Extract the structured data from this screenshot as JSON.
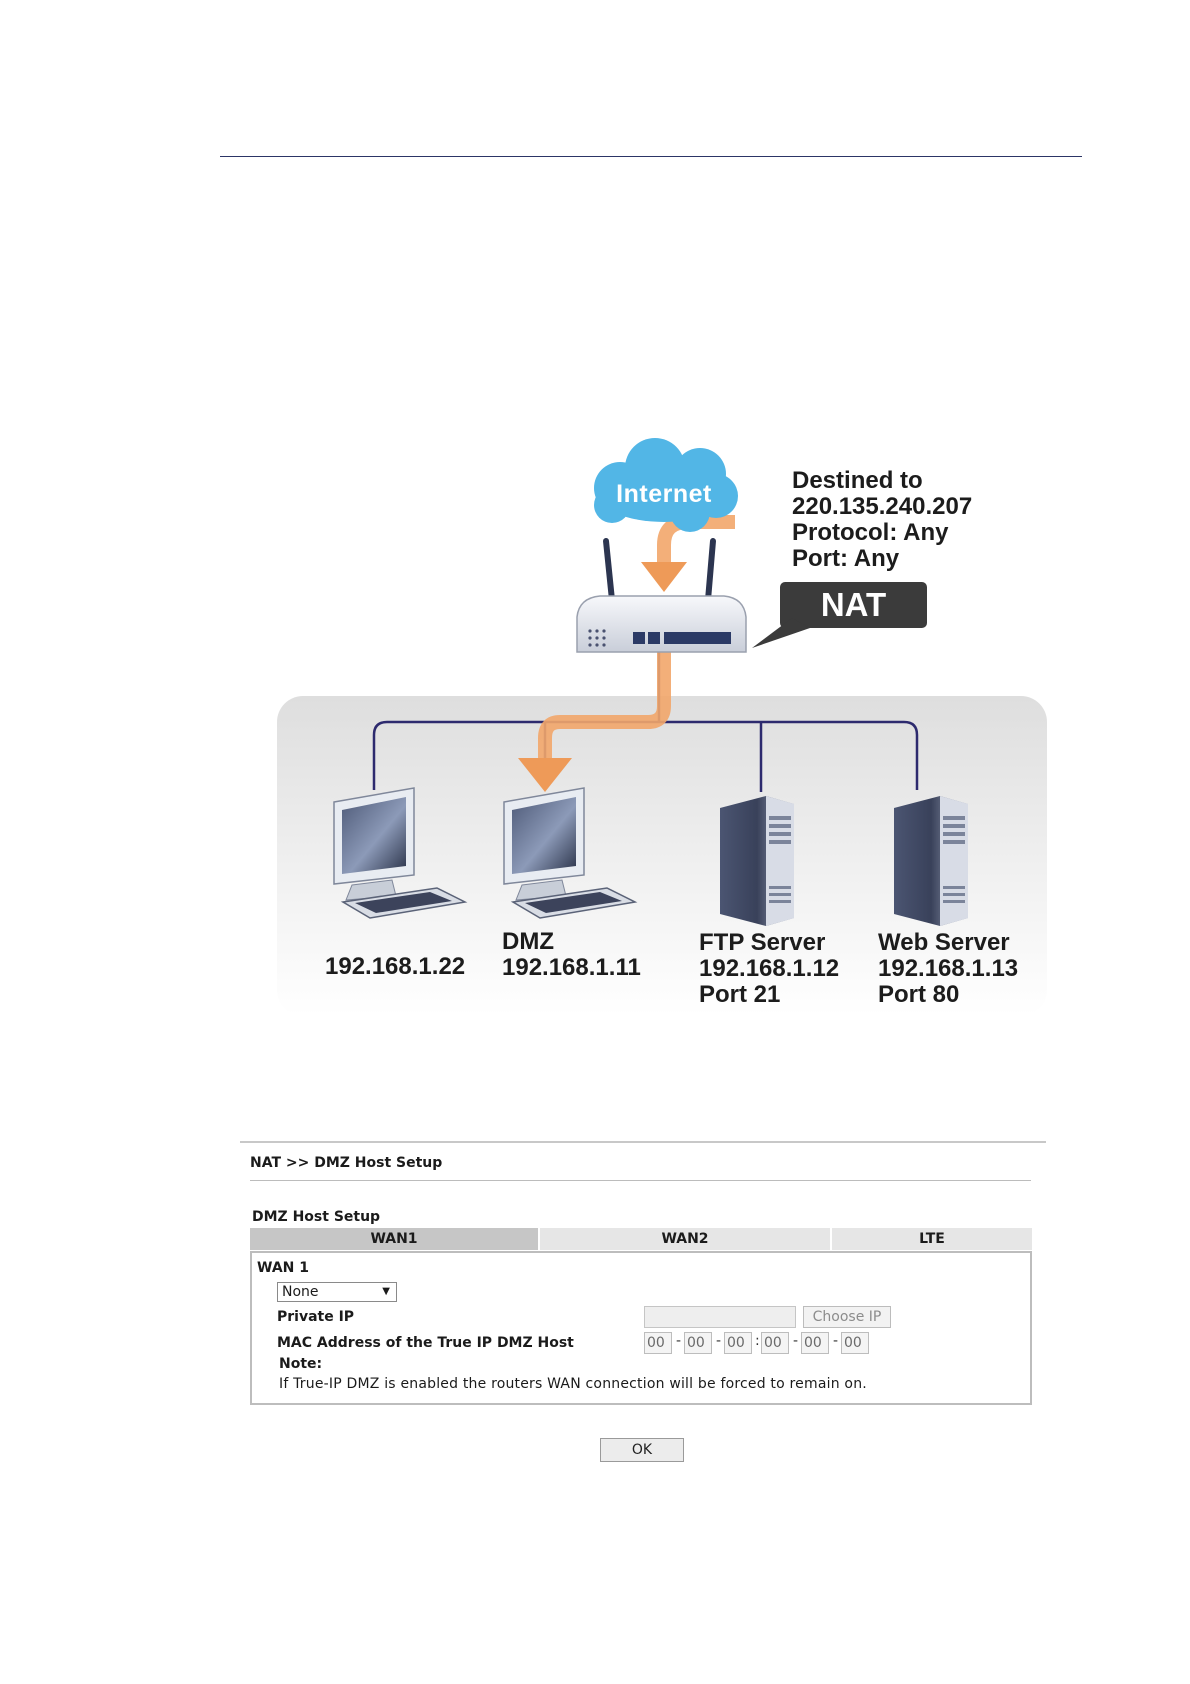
{
  "diagram": {
    "cloud_label": "Internet",
    "nat_label": "NAT",
    "incoming": [
      "Destined to",
      "220.135.240.207",
      "Protocol: Any",
      "Port: Any"
    ],
    "hosts": [
      {
        "lines": [
          "192.168.1.22"
        ]
      },
      {
        "lines": [
          "DMZ",
          "192.168.1.11"
        ]
      },
      {
        "lines": [
          "FTP Server",
          "192.168.1.12",
          "Port 21"
        ]
      },
      {
        "lines": [
          "Web Server",
          "192.168.1.13",
          "Port 80"
        ]
      }
    ],
    "colors": {
      "arrow": "#f0a060",
      "network_line": "#2d2a6e",
      "bubble": "#3b3b3b",
      "cloud": "#4fb6e6"
    }
  },
  "form": {
    "breadcrumb": "NAT >> DMZ Host Setup",
    "section_title": "DMZ Host Setup",
    "tabs": [
      {
        "label": "WAN1",
        "active": true
      },
      {
        "label": "WAN2",
        "active": false
      },
      {
        "label": "LTE",
        "active": false
      }
    ],
    "wan_title": "WAN 1",
    "mode_select": "None",
    "private_ip_label": "Private IP",
    "private_ip_value": "",
    "choose_ip_button": "Choose IP",
    "mac_label": "MAC Address of the True IP DMZ Host",
    "mac_fields": [
      "00",
      "00",
      "00",
      "00",
      "00",
      "00"
    ],
    "mac_separators": [
      "-",
      "-",
      ":",
      "-",
      "-"
    ],
    "note_label": "Note:",
    "note_text": "If True-IP DMZ is enabled the routers WAN connection will be forced to remain on.",
    "ok_button": "OK"
  }
}
